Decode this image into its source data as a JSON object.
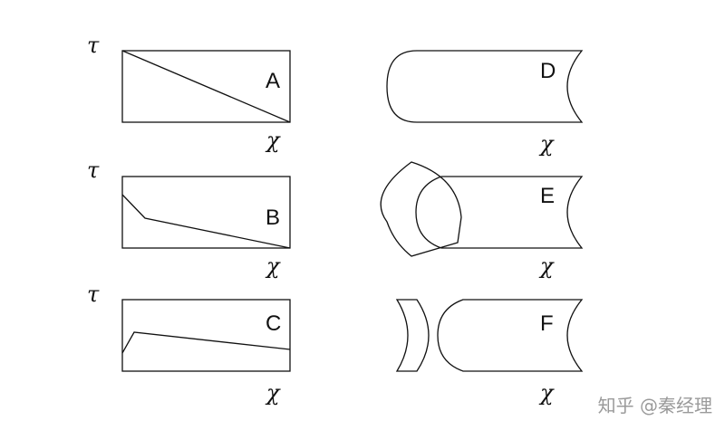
{
  "labels": {
    "A": "A",
    "B": "B",
    "C": "C",
    "D": "D",
    "E": "E",
    "F": "F"
  },
  "tau": "τ",
  "chi": "χ",
  "watermark": "知乎 @秦经理"
}
